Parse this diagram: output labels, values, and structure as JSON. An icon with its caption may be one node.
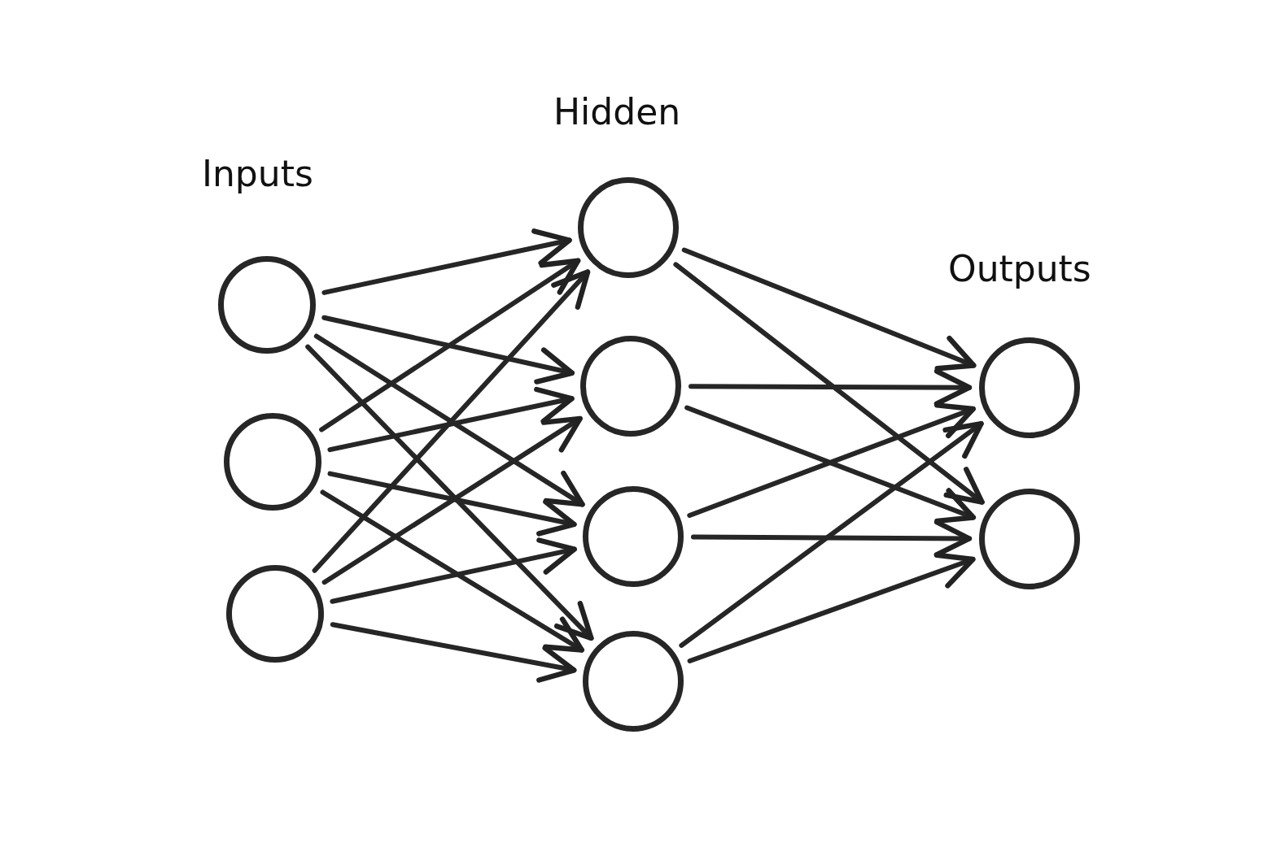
{
  "diagram": {
    "nodes": [
      {
        "text": [],
        "shape": "circle"
      },
      {
        "text": [],
        "shape": "circle"
      },
      {
        "text": [],
        "shape": "circle"
      },
      {
        "text": [],
        "shape": "circle"
      },
      {
        "text": [],
        "shape": "circle"
      },
      {
        "text": [],
        "shape": "circle"
      },
      {
        "text": [],
        "shape": "circle"
      },
      {
        "text": [],
        "shape": "circle"
      },
      {
        "text": [],
        "shape": "circle"
      }
    ],
    "edges": [
      {
        "from": 0,
        "to": 3,
        "arrow": "to"
      },
      {
        "from": 0,
        "to": 4,
        "arrow": "to"
      },
      {
        "from": 0,
        "to": 5,
        "arrow": "to"
      },
      {
        "from": 0,
        "to": 6,
        "arrow": "to"
      },
      {
        "from": 1,
        "to": 3,
        "arrow": "to"
      },
      {
        "from": 1,
        "to": 4,
        "arrow": "to"
      },
      {
        "from": 1,
        "to": 5,
        "arrow": "to"
      },
      {
        "from": 1,
        "to": 6,
        "arrow": "to"
      },
      {
        "from": 2,
        "to": 3,
        "arrow": "to"
      },
      {
        "from": 2,
        "to": 4,
        "arrow": "to"
      },
      {
        "from": 2,
        "to": 5,
        "arrow": "to"
      },
      {
        "from": 2,
        "to": 6,
        "arrow": "to"
      },
      {
        "from": 3,
        "to": 7,
        "arrow": "to"
      },
      {
        "from": 3,
        "to": 8,
        "arrow": "to"
      },
      {
        "from": 4,
        "to": 7,
        "arrow": "to"
      },
      {
        "from": 4,
        "to": 8,
        "arrow": "to"
      },
      {
        "from": 5,
        "to": 7,
        "arrow": "to"
      },
      {
        "from": 5,
        "to": 8,
        "arrow": "to"
      },
      {
        "from": 6,
        "to": 7,
        "arrow": "to"
      },
      {
        "from": 6,
        "to": 8,
        "arrow": "to"
      }
    ],
    "labels": [
      "Hidden",
      "Inputs",
      "Outputs"
    ]
  }
}
